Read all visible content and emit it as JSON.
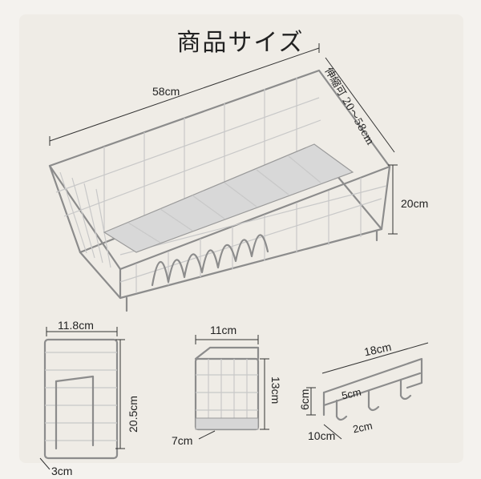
{
  "title": "商品サイズ",
  "main_basket": {
    "length_label": "58cm",
    "extendable_label": "伸縮可 20〜58cm",
    "height_label": "20cm"
  },
  "cutting_board_holder": {
    "width_label": "11.8cm",
    "height_label": "20.5cm",
    "depth_label": "3cm"
  },
  "utensil_holder": {
    "width_label": "11cm",
    "height_label": "13cm",
    "depth_label": "7cm"
  },
  "hook_rack": {
    "length_label": "18cm",
    "height_label": "6cm",
    "hook_label": "5cm",
    "gap_label": "2cm",
    "depth_label": "10cm"
  },
  "colors": {
    "background": "#efece6",
    "wire": "#8c8c8c",
    "text": "#222222"
  }
}
